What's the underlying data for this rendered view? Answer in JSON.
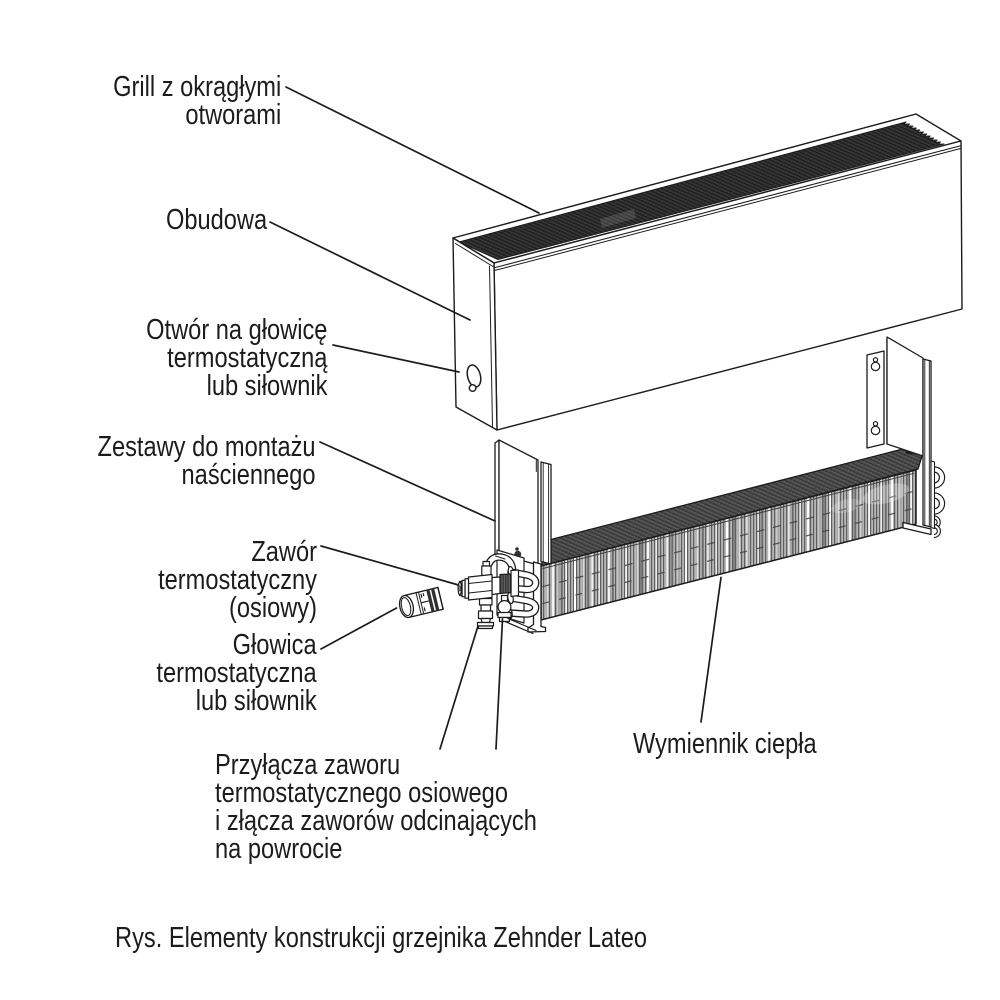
{
  "figure": {
    "type": "technical-exploded-diagram",
    "subject": "Zehnder Lateo grzejnik – elementy konstrukcji",
    "caption": "Rys. Elementy konstrukcji grzejnika Zehnder Lateo",
    "labels": {
      "grill": {
        "lines": [
          "Grill z okrągłymi",
          "otworami"
        ]
      },
      "obudowa": {
        "lines": [
          "Obudowa"
        ]
      },
      "otwor": {
        "lines": [
          "Otwór na głowicę",
          "termostatyczną",
          "lub siłownik"
        ]
      },
      "zestawy": {
        "lines": [
          "Zestawy do montażu",
          "naściennego"
        ]
      },
      "zawor": {
        "lines": [
          "Zawór",
          "termostatyczny",
          "(osiowy)"
        ]
      },
      "glowica": {
        "lines": [
          "Głowica",
          "termostatyczna",
          "lub siłownik"
        ]
      },
      "przylacza": {
        "lines": [
          "Przyłącza zaworu",
          "termostatycznego osiowego",
          "i złącza zaworów odcinających",
          "na powrocie"
        ]
      },
      "wymiennik": {
        "lines": [
          "Wymiennik ciepła"
        ]
      }
    },
    "parts": [
      "grill-panel",
      "housing",
      "thermostat-opening",
      "wall-mount-brackets",
      "thermostatic-valve",
      "thermostatic-head",
      "valve-connections",
      "heat-exchanger"
    ],
    "colors": {
      "ink": "#1c1c1c",
      "background": "#ffffff",
      "grill_dark": "#2e2e2e",
      "exchanger_top": "#474747"
    }
  }
}
